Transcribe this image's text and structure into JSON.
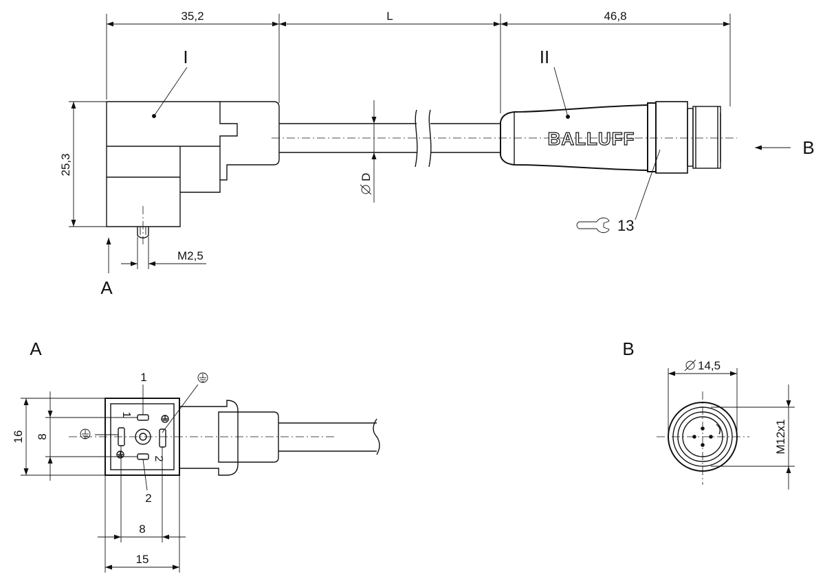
{
  "side_view": {
    "dim_width_left": "35,2",
    "dim_length": "L",
    "dim_width_right": "46,8",
    "dim_height": "25,3",
    "dim_diameter": "D",
    "dim_thread": "M2,5",
    "label_part_1": "I",
    "label_part_2": "II",
    "brand": "BALLUFF",
    "wrench_size": "13",
    "view_arrow_a": "A",
    "view_arrow_b": "B"
  },
  "view_a": {
    "title": "A",
    "dim_height_outer": "16",
    "dim_height_inner": "8",
    "dim_width_inner": "8",
    "dim_width_outer": "15",
    "pin_label_top": "1",
    "pin_label_bottom": "2",
    "pin_mark_1": "1",
    "pin_mark_2": "2"
  },
  "view_b": {
    "title": "B",
    "dim_diameter": "14,5",
    "dim_thread": "M12x1"
  }
}
